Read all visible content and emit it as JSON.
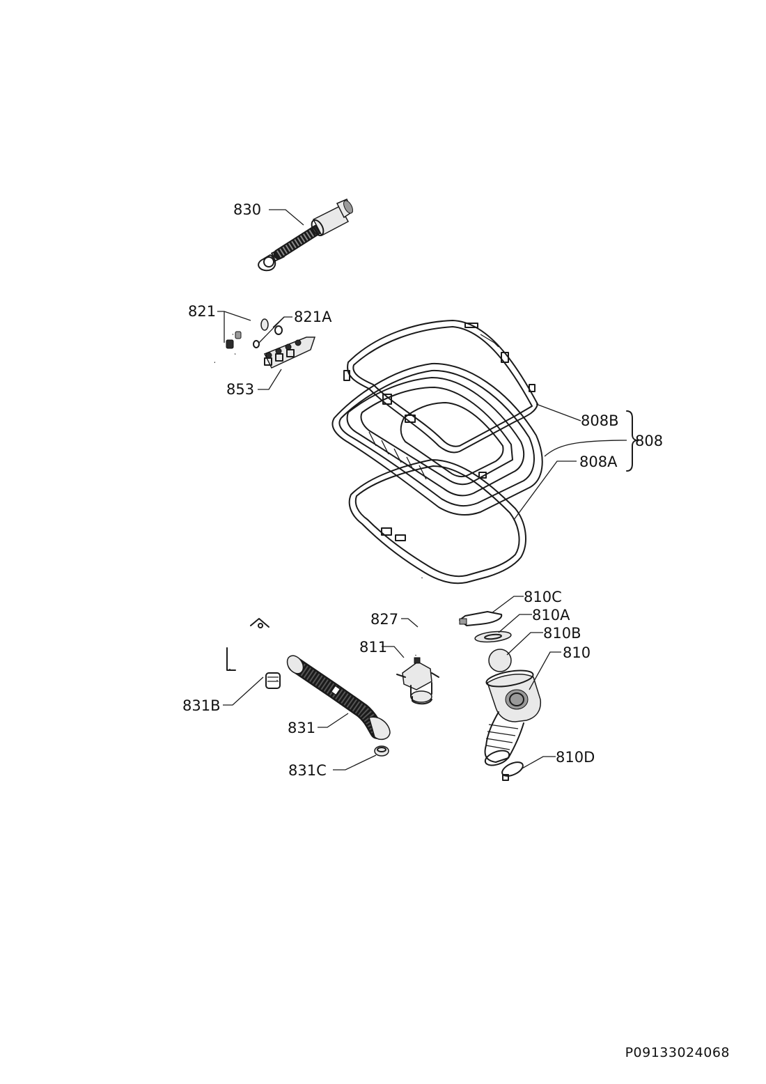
{
  "diagram": {
    "document_code": "P09133024068",
    "labels": {
      "p830": "830",
      "p821": "821",
      "p821A": "821A",
      "p853": "853",
      "p808B": "808B",
      "p808": "808",
      "p808A": "808A",
      "p810C": "810C",
      "p810A": "810A",
      "p810B": "810B",
      "p810": "810",
      "p827": "827",
      "p811": "811",
      "p831B": "831B",
      "p831": "831",
      "p831C": "831C",
      "p810D": "810D"
    }
  }
}
